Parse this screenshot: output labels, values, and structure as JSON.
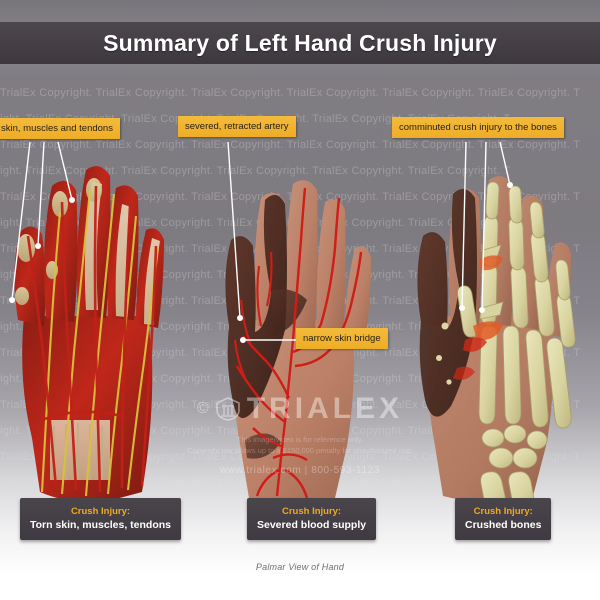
{
  "header": {
    "title": "Summary of Left Hand Crush Injury"
  },
  "callouts": [
    {
      "id": "c1",
      "text": "skin, muscles and tendons"
    },
    {
      "id": "c2",
      "text": "severed, retracted artery"
    },
    {
      "id": "c3",
      "text": "comminuted crush injury to the bones"
    },
    {
      "id": "c4",
      "text": "narrow skin bridge"
    }
  ],
  "panels": [
    {
      "kicker": "Crush Injury:",
      "label": "Torn skin, muscles, tendons"
    },
    {
      "kicker": "Crush Injury:",
      "label": "Severed blood supply"
    },
    {
      "kicker": "Crush Injury:",
      "label": "Crushed bones"
    }
  ],
  "footnote": "Palmar View of Hand",
  "watermark": {
    "tile_text": "TrialEx Copyright. TrialEx Copyright. TrialEx Copyright. TrialEx Copyright. TrialEx Copyright. TrialEx Copyright. T",
    "copyright_mark": "©",
    "brand": "TRIALEX",
    "fine_line1": "This image/video is for reference only.",
    "fine_line2": "Copyright law allows up to a $150,000 penalty for unauthorized use.",
    "url": "www.trialex.com  |  800-593-1123"
  },
  "colors": {
    "callout_bg": "#f0b22e",
    "plate_bg": "#433e45",
    "kicker": "#f0a91e",
    "title_bar": "#443f45",
    "background": "#7d7a80",
    "leader": "#ffffff"
  }
}
